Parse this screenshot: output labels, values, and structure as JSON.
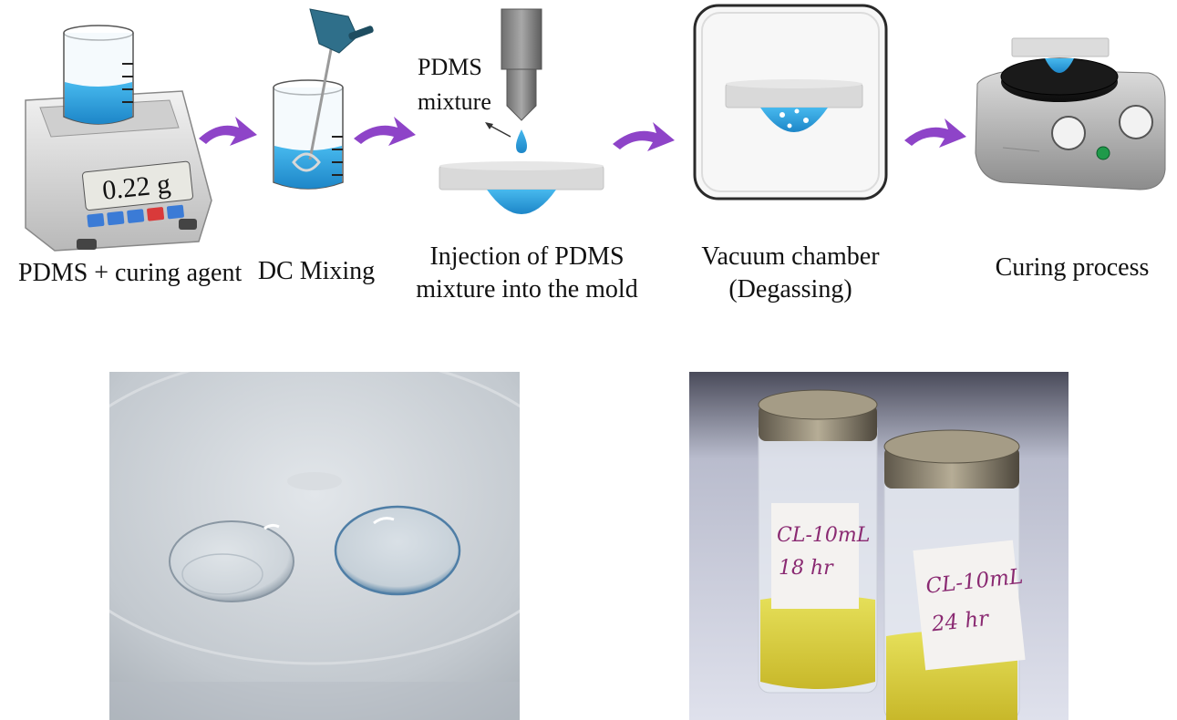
{
  "figure": {
    "steps": [
      {
        "caption": "PDMS + curing agent",
        "scale_reading": "0.22 g"
      },
      {
        "caption": "DC Mixing"
      },
      {
        "caption_line1": "Injection of PDMS",
        "caption_line2": "mixture into the mold",
        "callout": "PDMS mixture",
        "callout_line1": "PDMS",
        "callout_line2": "mixture"
      },
      {
        "caption_line1": "Vacuum chamber",
        "caption_line2": "(Degassing)"
      },
      {
        "caption": "Curing process"
      }
    ],
    "photos": {
      "left": {
        "subject": "contact-lenses"
      },
      "right": {
        "vial1_label_line1": "CL-10mL",
        "vial1_label_line2": "18 hr",
        "vial2_label_line1": "CL-10mL",
        "vial2_label_line2": "24 hr"
      }
    },
    "colors": {
      "liquid": "#2aa3e0",
      "arrow": "#8e44c8",
      "mold": "#d9d9d9"
    }
  }
}
